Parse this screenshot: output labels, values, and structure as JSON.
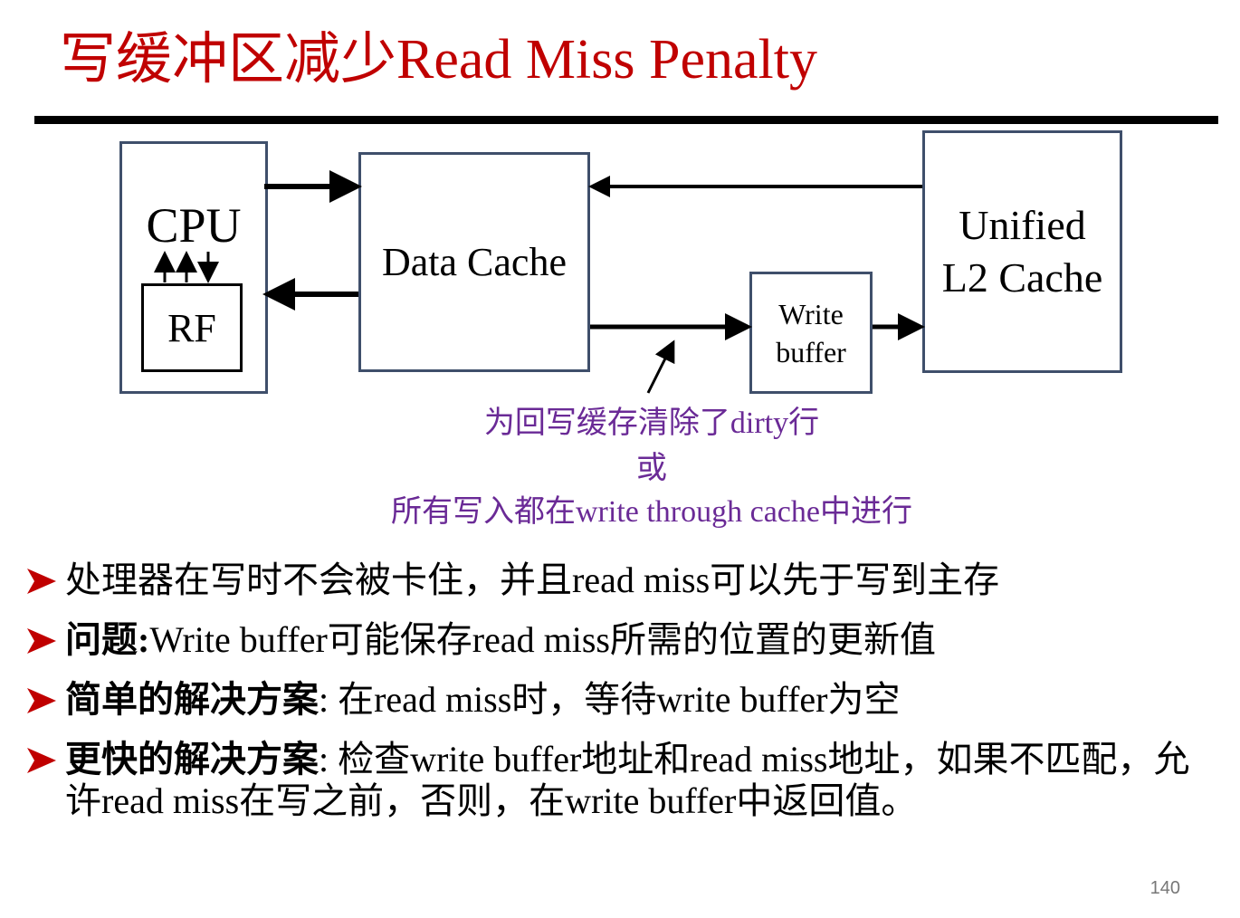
{
  "title": "写缓冲区减少Read Miss Penalty",
  "diagram": {
    "cpu": "CPU",
    "rf": "RF",
    "data_cache": "Data Cache",
    "l2_line1": "Unified",
    "l2_line2": "L2 Cache",
    "wb_line1": "Write",
    "wb_line2": "buffer",
    "note_line1": "为回写缓存清除了dirty行",
    "note_line2": "或",
    "note_line3": "所有写入都在write through cache中进行"
  },
  "bullets": [
    {
      "lead": "",
      "text": "处理器在写时不会被卡住，并且read miss可以先于写到主存"
    },
    {
      "lead": "问题:",
      "text": "Write buffer可能保存read miss所需的位置的更新值"
    },
    {
      "lead": "简单的解决方案",
      "text": ": 在read miss时，等待write buffer为空"
    },
    {
      "lead": "更快的解决方案",
      "text": ": 检查write buffer地址和read miss地址，如果不匹配，允许read miss在写之前，否则，在write buffer中返回值。"
    }
  ],
  "page_number": "140",
  "colors": {
    "title": "#c00000",
    "note": "#6a2a96",
    "bullet_arrow": "#c00000",
    "box_border": "#3f4f6b"
  }
}
